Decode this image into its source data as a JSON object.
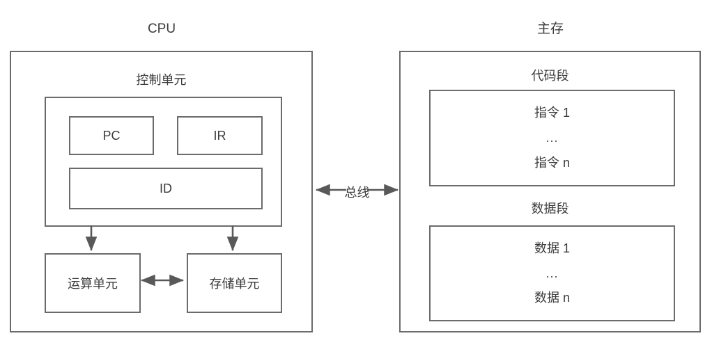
{
  "diagram": {
    "title_cpu": "CPU",
    "title_memory": "主存",
    "bus_label": "总线",
    "cpu": {
      "control_unit_label": "控制单元",
      "registers": {
        "pc": "PC",
        "ir": "IR",
        "id": "ID"
      },
      "units": {
        "alu": "运算单元",
        "storage": "存储单元"
      }
    },
    "memory": {
      "code_segment_label": "代码段",
      "code_segment_items": {
        "first": "指令 1",
        "ellipsis": "...",
        "last": "指令 n"
      },
      "data_segment_label": "数据段",
      "data_segment_items": {
        "first": "数据 1",
        "ellipsis": "...",
        "last": "数据 n"
      }
    },
    "colors": {
      "border": "#6b6b6b",
      "text": "#3c3c3c",
      "arrow": "#595959",
      "background": "#ffffff"
    }
  }
}
